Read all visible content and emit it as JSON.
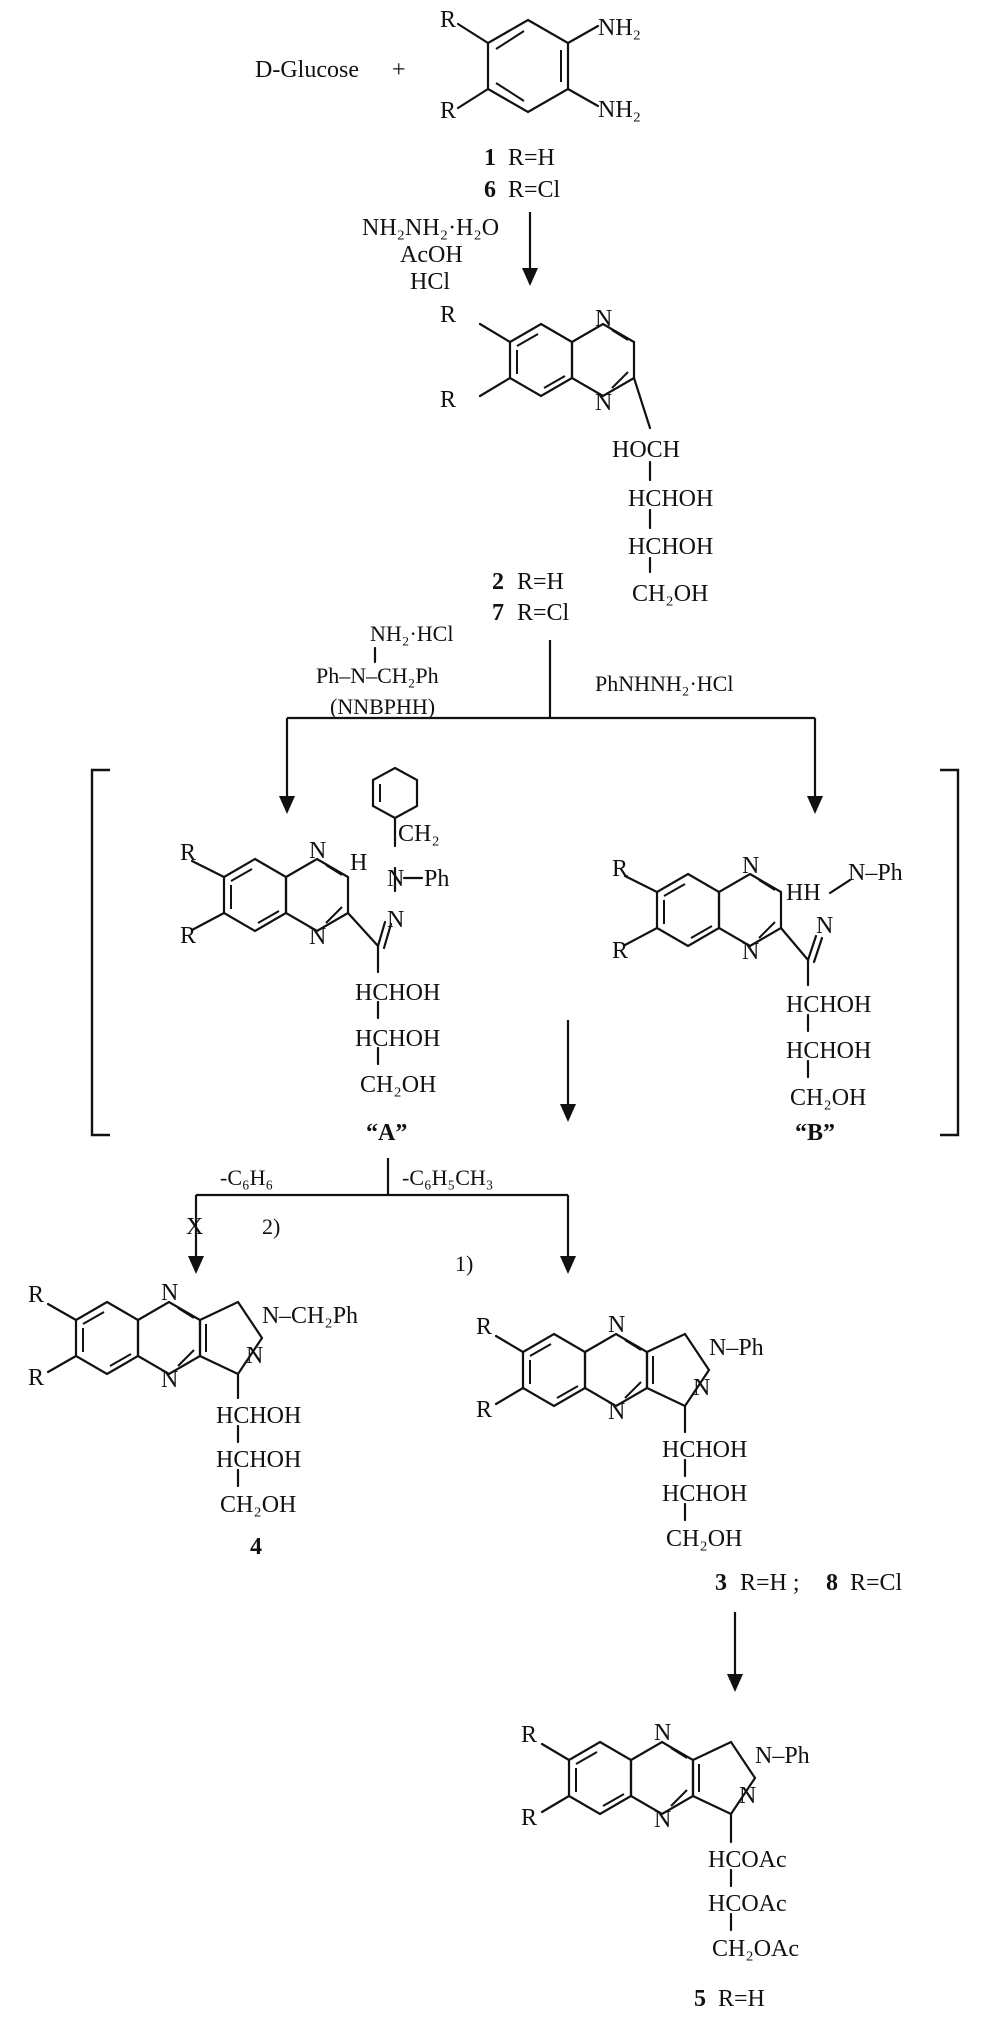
{
  "start": {
    "reagent": "D-Glucose",
    "plus": "+"
  },
  "compounds": {
    "c1": {
      "num": "1",
      "r": "R=H"
    },
    "c6": {
      "num": "6",
      "r": "R=Cl"
    },
    "c2": {
      "num": "2",
      "r": "R=H"
    },
    "c7": {
      "num": "7",
      "r": "R=Cl"
    },
    "c4": {
      "num": "4"
    },
    "c3": {
      "num": "3",
      "r": "R=H ;"
    },
    "c8": {
      "num": "8",
      "r": "R=Cl"
    },
    "c5": {
      "num": "5",
      "r": "R=H"
    },
    "intA": {
      "label": "“A”"
    },
    "intB": {
      "label": "“B”"
    }
  },
  "reagents": {
    "step1": [
      "NH₂NH₂·H₂O",
      "AcOH",
      "HCl"
    ],
    "nnbphh_line1": "NH₂·HCl",
    "nnbphh_line2": "Ph–N–CH₂Ph",
    "nnbphh_abbr": "(NNBPHH)",
    "phenylhydrazine": "PhNHNH₂·HCl",
    "loss_benzene": "-C₆H₆",
    "loss_toluene": "-C₆H₅CH₃",
    "path2": "2)",
    "path1": "1)",
    "blocked": "X"
  },
  "atoms": {
    "R": "R",
    "N": "N",
    "H": "H",
    "NH2": "NH₂",
    "Ph": "Ph",
    "CH2": "CH₂",
    "CH2Ph": "–CH₂Ph",
    "NPh": "N–Ph",
    "HH": "HH",
    "HOCH": "HOCH",
    "HCHOH": "HCHOH",
    "CH2OH": "CH₂OH",
    "HCOAc": "HCOAc",
    "CH2OAc": "CH₂OAc"
  }
}
